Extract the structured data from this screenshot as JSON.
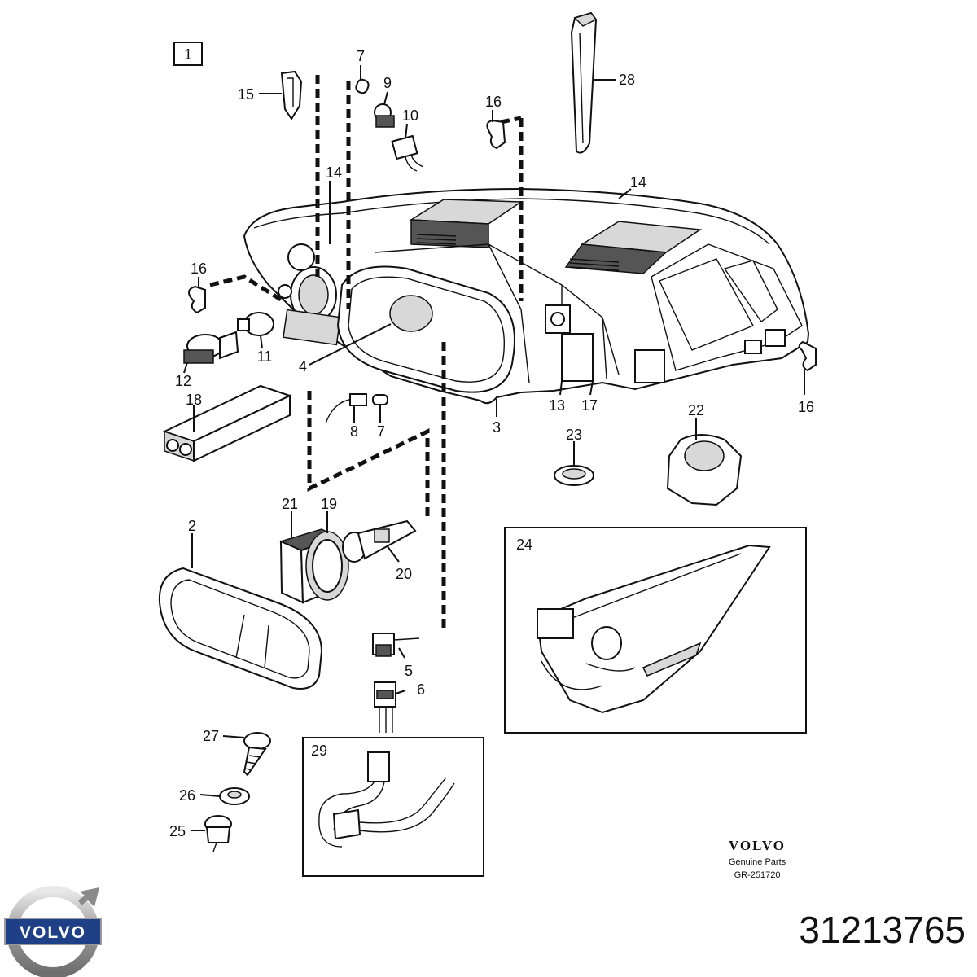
{
  "diagram": {
    "frame_label": "1",
    "callouts": {
      "c2": "2",
      "c3": "3",
      "c4": "4",
      "c5": "5",
      "c6": "6",
      "c7a": "7",
      "c7b": "7",
      "c8": "8",
      "c9": "9",
      "c10": "10",
      "c11": "11",
      "c12": "12",
      "c13": "13",
      "c14a": "14",
      "c14b": "14",
      "c15": "15",
      "c16a": "16",
      "c16b": "16",
      "c16c": "16",
      "c17": "17",
      "c18": "18",
      "c19": "19",
      "c20": "20",
      "c21": "21",
      "c22": "22",
      "c23": "23",
      "c24": "24",
      "c25": "25",
      "c26": "26",
      "c27": "27",
      "c28": "28",
      "c29": "29"
    }
  },
  "branding": {
    "wordmark": "VOLVO",
    "tagline": "Genuine Parts",
    "reference": "GR-251720",
    "logo_text": "VOLVO",
    "logo_icon": "volvo-iron-mark-icon"
  },
  "part_number": "31213765"
}
